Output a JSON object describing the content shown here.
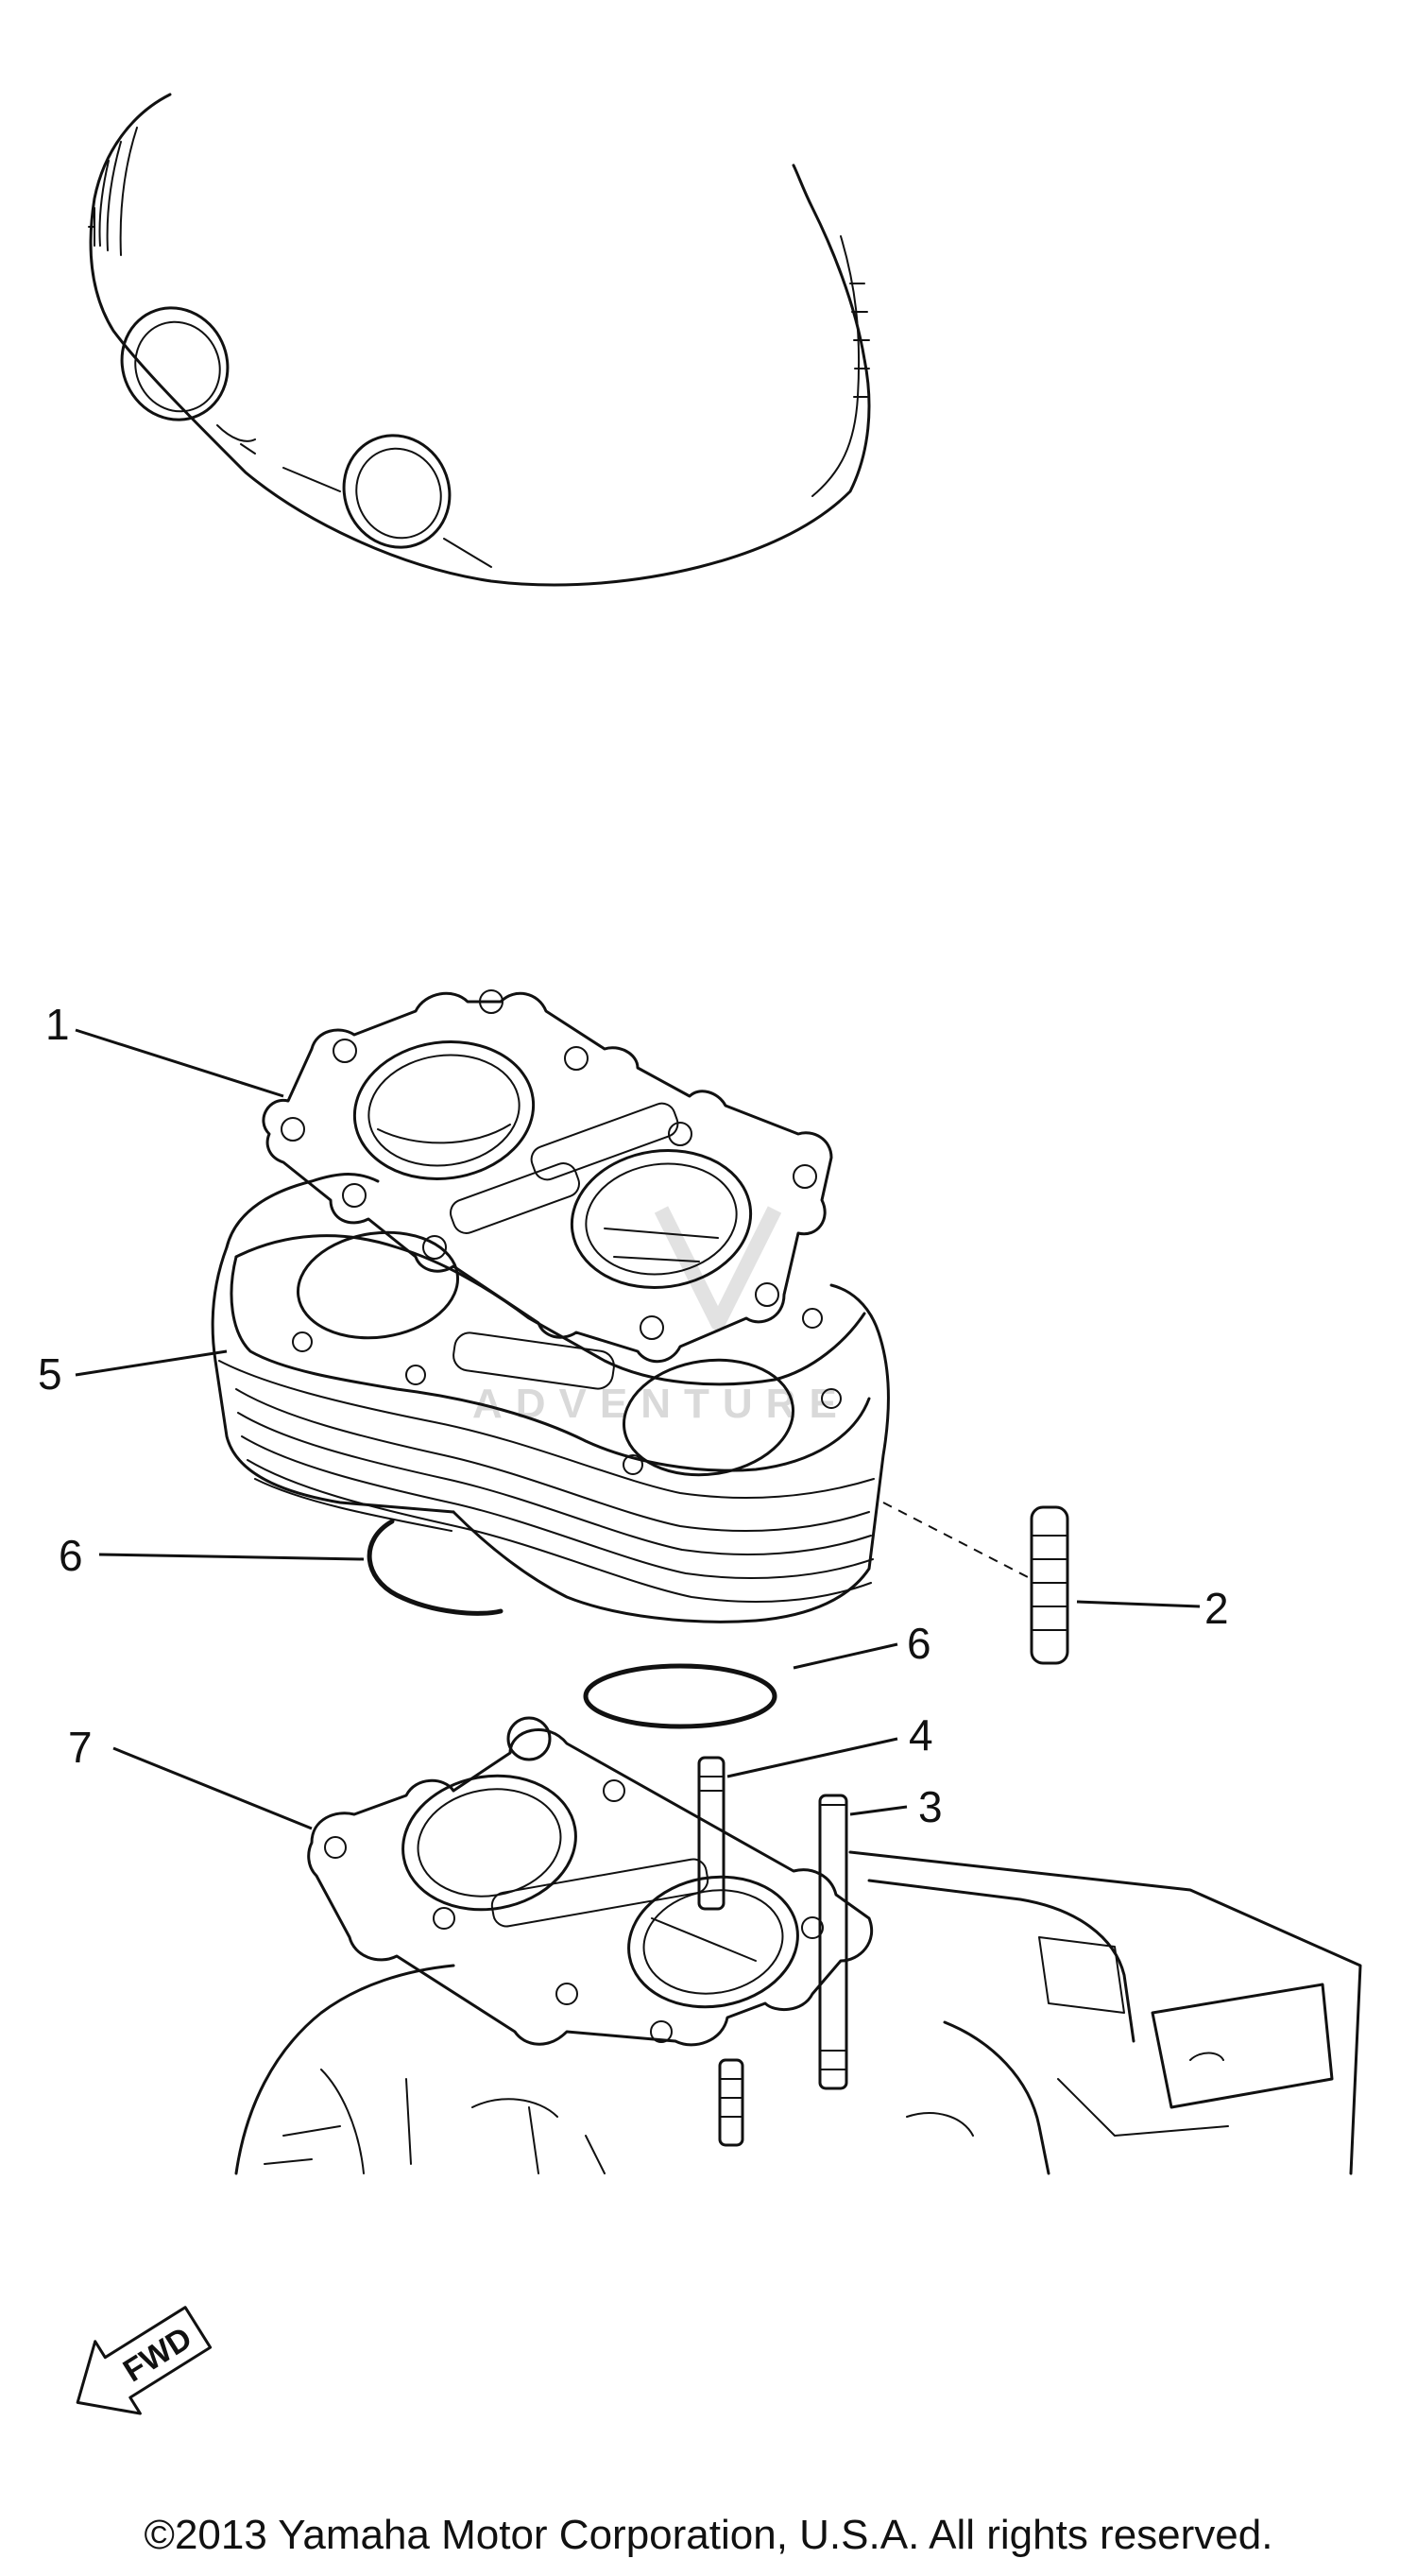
{
  "diagram": {
    "callouts": [
      {
        "id": "1",
        "label": "1"
      },
      {
        "id": "2",
        "label": "2"
      },
      {
        "id": "3",
        "label": "3"
      },
      {
        "id": "4",
        "label": "4"
      },
      {
        "id": "5",
        "label": "5"
      },
      {
        "id": "6a",
        "label": "6"
      },
      {
        "id": "6b",
        "label": "6"
      },
      {
        "id": "7",
        "label": "7"
      }
    ],
    "direction_badge": "FWD",
    "watermark": "ADVENTURE"
  },
  "footer": {
    "copyright": "©2013 Yamaha Motor Corporation, U.S.A. All rights reserved."
  }
}
